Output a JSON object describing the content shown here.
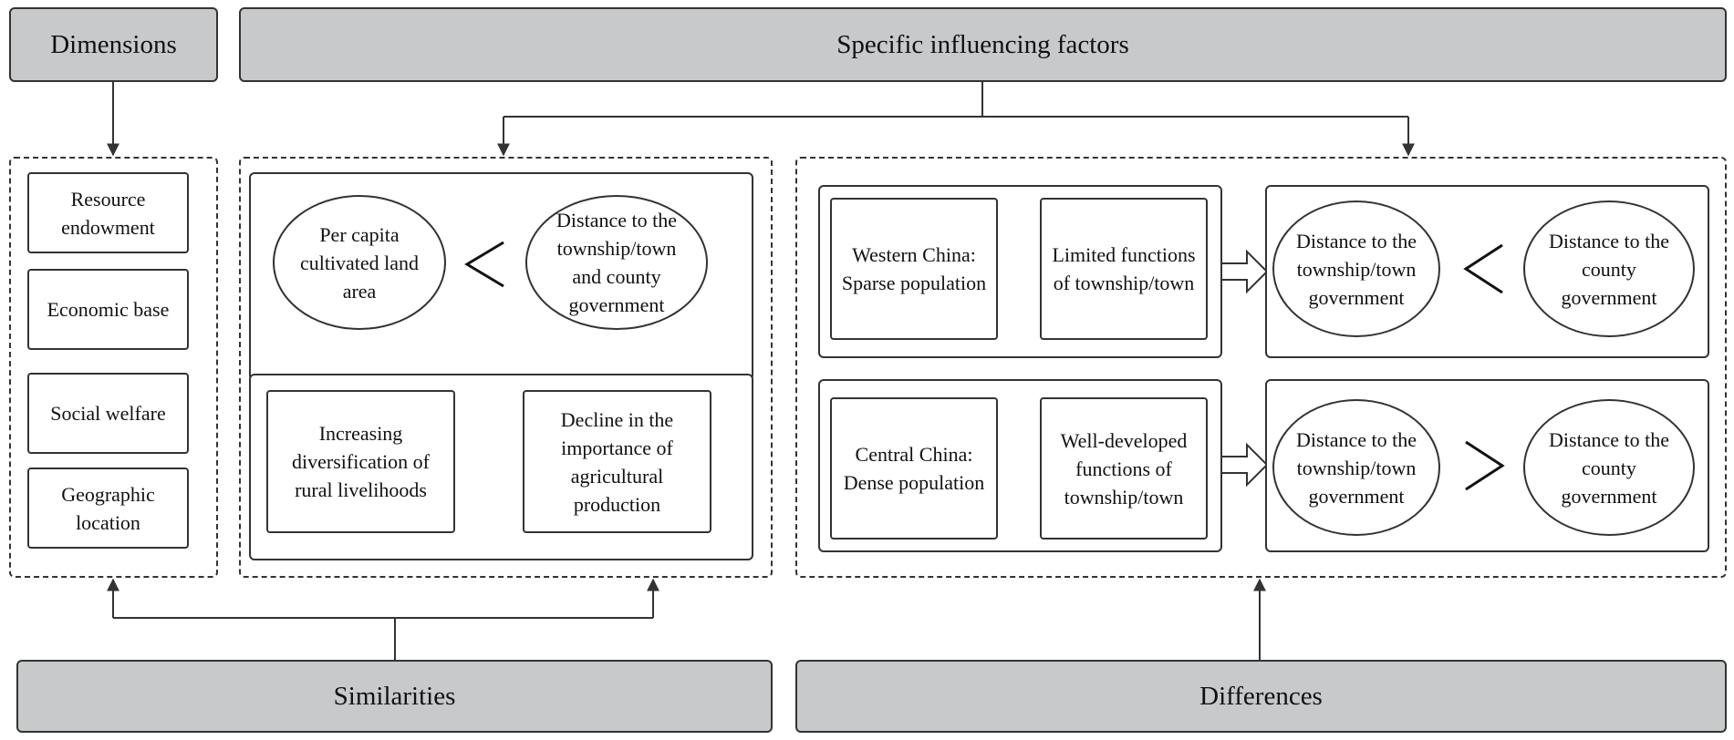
{
  "headers": {
    "dimensions": "Dimensions",
    "specific_factors": "Specific influencing factors",
    "similarities": "Similarities",
    "differences": "Differences"
  },
  "dimensions": [
    "Resource endowment",
    "Economic base",
    "Social welfare",
    "Geographic location"
  ],
  "similarities_panel": {
    "ellipse_left": "Per capita cultivated land area",
    "ellipse_right": "Distance to the township/town and county government",
    "relation": "<",
    "box_left": "Increasing diversification of rural livelihoods",
    "box_right": "Decline in the importance of agricultural production"
  },
  "differences_panel": {
    "west": {
      "region": "Western China: Sparse population",
      "function": "Limited functions of township/town",
      "ellipse_left": "Distance to the township/town government",
      "relation": "<",
      "ellipse_right": "Distance to the county government"
    },
    "central": {
      "region": "Central China: Dense population",
      "function": "Well-developed functions of township/town",
      "ellipse_left": "Distance to the township/town government",
      "relation": ">",
      "ellipse_right": "Distance to the county government"
    }
  }
}
